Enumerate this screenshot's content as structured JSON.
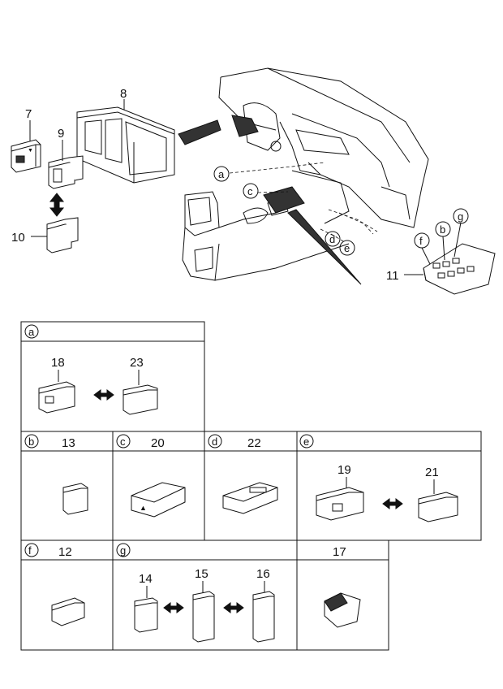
{
  "top_callouts": {
    "p7": "7",
    "p8": "8",
    "p9": "9",
    "p10": "10",
    "p11": "11",
    "la": "a",
    "lb": "b",
    "lc": "c",
    "ld": "d",
    "le": "e",
    "lf": "f",
    "lg": "g"
  },
  "cells": {
    "a": {
      "letter": "a",
      "parts": [
        "18",
        "23"
      ]
    },
    "b": {
      "letter": "b",
      "title": "13"
    },
    "c": {
      "letter": "c",
      "title": "20"
    },
    "d": {
      "letter": "d",
      "title": "22"
    },
    "e": {
      "letter": "e",
      "parts": [
        "19",
        "21"
      ]
    },
    "f": {
      "letter": "f",
      "title": "12"
    },
    "g": {
      "letter": "g",
      "parts": [
        "14",
        "15",
        "16"
      ]
    },
    "h": {
      "title": "17"
    }
  }
}
